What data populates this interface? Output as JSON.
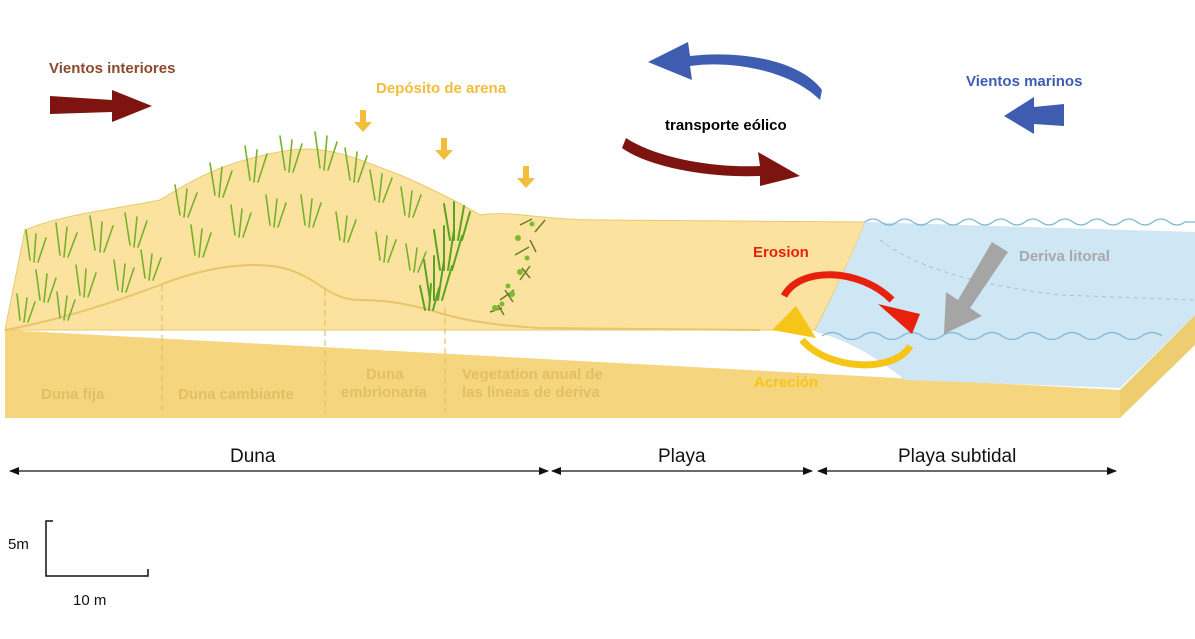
{
  "labels": {
    "vientos_interiores": "Vientos interiores",
    "deposito_arena": "Depósito de arena",
    "transporte_eolico": "transporte eólico",
    "vientos_marinos": "Vientos marinos",
    "erosion": "Erosion",
    "acrecion": "Acreción",
    "deriva_litoral": "Deriva litoral"
  },
  "zones": {
    "duna_fija": "Duna fija",
    "duna_cambiante": "Duna cambiante",
    "duna_embrionaria_1": "Duna",
    "duna_embrionaria_2": "embrionaria",
    "vegetacion_1": "Vegetation anual de",
    "vegetacion_2": "las lineas de deriva"
  },
  "sections": {
    "duna": "Duna",
    "playa": "Playa",
    "playa_subtidal": "Playa subtidal"
  },
  "scale": {
    "vertical": "5m",
    "horizontal": "10 m"
  },
  "colors": {
    "sand": "#fbe39f",
    "sand_dark": "#f2d480",
    "water": "#cfe6f4",
    "inland_wind": "#7d1410",
    "sea_wind": "#3f5db0",
    "sand_deposit": "#f1bd3b",
    "erosion": "#e8200e",
    "accretion": "#f5c518",
    "drift": "#a5a5a5",
    "grass": "#7cba2f"
  }
}
